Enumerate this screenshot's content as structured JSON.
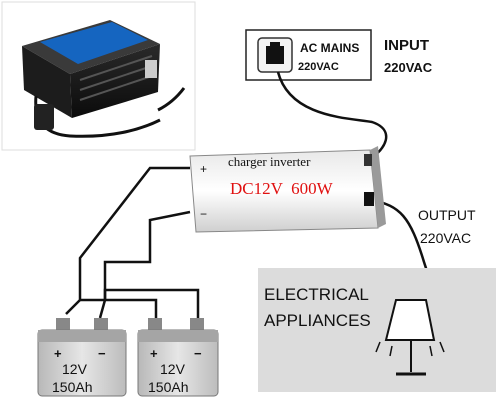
{
  "mains": {
    "label_line1": "AC MAINS",
    "label_line2": "220VAC"
  },
  "input": {
    "title": "INPUT",
    "voltage": "220VAC"
  },
  "output": {
    "title": "OUTPUT",
    "voltage": "220VAC"
  },
  "inverter": {
    "name": "charger inverter",
    "rating": "DC12V  600W",
    "plus": "+",
    "minus": "−",
    "rating_color": "#e01010"
  },
  "appliances": {
    "line1": "ELECTRICAL",
    "line2": "APPLIANCES"
  },
  "batteries": [
    {
      "plus": "+",
      "minus": "−",
      "voltage": "12V",
      "capacity": "150Ah"
    },
    {
      "plus": "+",
      "minus": "−",
      "voltage": "12V",
      "capacity": "150Ah"
    }
  ],
  "icons": [
    "inverter-photo",
    "wall-socket-icon",
    "lamp-icon",
    "battery-icon"
  ]
}
